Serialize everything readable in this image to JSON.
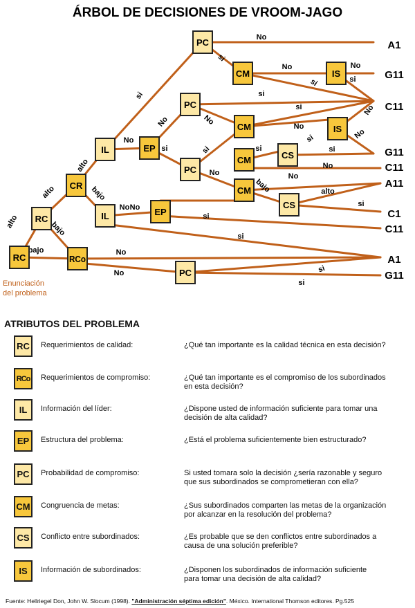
{
  "title": "ÁRBOL DE DECISIONES DE VROOM-JAGO",
  "colors": {
    "line": "#c0601a",
    "node_light": "#fde8a6",
    "node_dark": "#f7c73c",
    "border": "#222222"
  },
  "origin_label": [
    "Enunciación",
    "del problema"
  ],
  "tree": {
    "nodes": [
      "RC",
      "RC",
      "RCo",
      "CR",
      "IL",
      "IL",
      "EP",
      "EP",
      "PC",
      "PC",
      "PC",
      "PC",
      "CM",
      "CM",
      "CM",
      "CM",
      "CM",
      "IS",
      "IS",
      "CS",
      "CS"
    ],
    "branch_labels": [
      "alto",
      "bajo",
      "alto",
      "bajo",
      "alto",
      "bajo",
      "si",
      "No",
      "No",
      "si",
      "No",
      "si",
      "No",
      "si",
      "No",
      "si",
      "No",
      "si",
      "si",
      "si",
      "No",
      "si",
      "No",
      "No",
      "si",
      "No",
      "si",
      "No",
      "si",
      "No",
      "bajo",
      "alto",
      "si",
      "No",
      "si",
      "No",
      "No",
      "si",
      "si",
      "No"
    ],
    "outcomes": [
      "A1",
      "G11",
      "C11",
      "G11",
      "C11",
      "A11",
      "C1",
      "C11",
      "A1",
      "G11"
    ]
  },
  "attributes_heading": "ATRIBUTOS DEL PROBLEMA",
  "attributes": [
    {
      "code": "RC",
      "name": "Requerimientos de calidad:",
      "question": "¿Qué tan importante es la calidad técnica en esta decisión?"
    },
    {
      "code": "RCo",
      "name": "Requerimientos de compromiso:",
      "question": "¿Qué tan importante es el compromiso de los subordinados\n  en esta decisión?"
    },
    {
      "code": "IL",
      "name": "Información del líder:",
      "question": "¿Dispone usted de información suficiente para tomar una\n  decisión de alta calidad?"
    },
    {
      "code": "EP",
      "name": "Estructura del problema:",
      "question": "¿Está el problema suficientemente bien estructurado?"
    },
    {
      "code": "PC",
      "name": "Probabilidad de compromiso:",
      "question": "Si usted tomara solo la decisión ¿sería razonable y seguro\n  que sus subordinados se comprometieran con ella?"
    },
    {
      "code": "CM",
      "name": "Congruencia de metas:",
      "question": "¿Sus subordinados comparten las metas de la organización\npor alcanzar en la resolución del problema?"
    },
    {
      "code": "CS",
      "name": "Conflicto entre subordinados:",
      "question": "¿Es probable que se den conflictos entre subordinados a\ncausa de una solución preferible?"
    },
    {
      "code": "IS",
      "name": "Información de subordinados:",
      "question": "¿Disponen los subordinados de información suficiente\n  para tomar una decisión de alta calidad?"
    }
  ],
  "footer": {
    "before": "Fuente: Hellriegel Don, John W. Slocum (1998). ",
    "book": "\"Administración séptima edición\"",
    "after": ". México. International Thomson editores. Pg.525"
  }
}
